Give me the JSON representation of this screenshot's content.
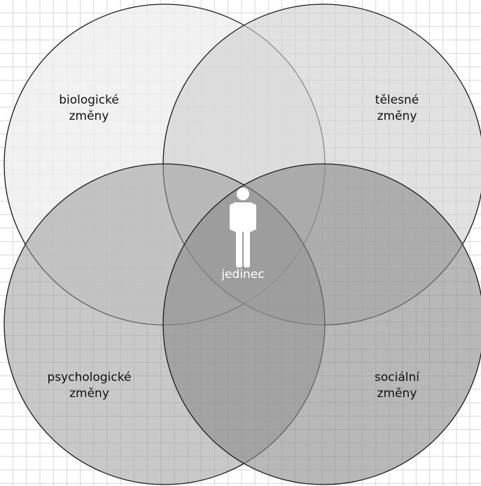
{
  "diagram": {
    "circles": [
      {
        "id": "biologicke",
        "line1": "biologické",
        "line2": "změny",
        "fill": "#eeeeee"
      },
      {
        "id": "telesne",
        "line1": "tělesné",
        "line2": "změny",
        "fill": "#cfcfcf"
      },
      {
        "id": "psychologicke",
        "line1": "psychologické",
        "line2": "změny",
        "fill": "#9a9a9a"
      },
      {
        "id": "socialni",
        "line1": "sociální",
        "line2": "změny",
        "fill": "#8c8c8c"
      }
    ],
    "center": {
      "label": "jedinec",
      "icon": "person-icon"
    }
  },
  "colors": {
    "grid": "#d6d6d6",
    "outline": "#1a1a1a",
    "label_text": "#111111",
    "center_text": "#ffffff"
  }
}
